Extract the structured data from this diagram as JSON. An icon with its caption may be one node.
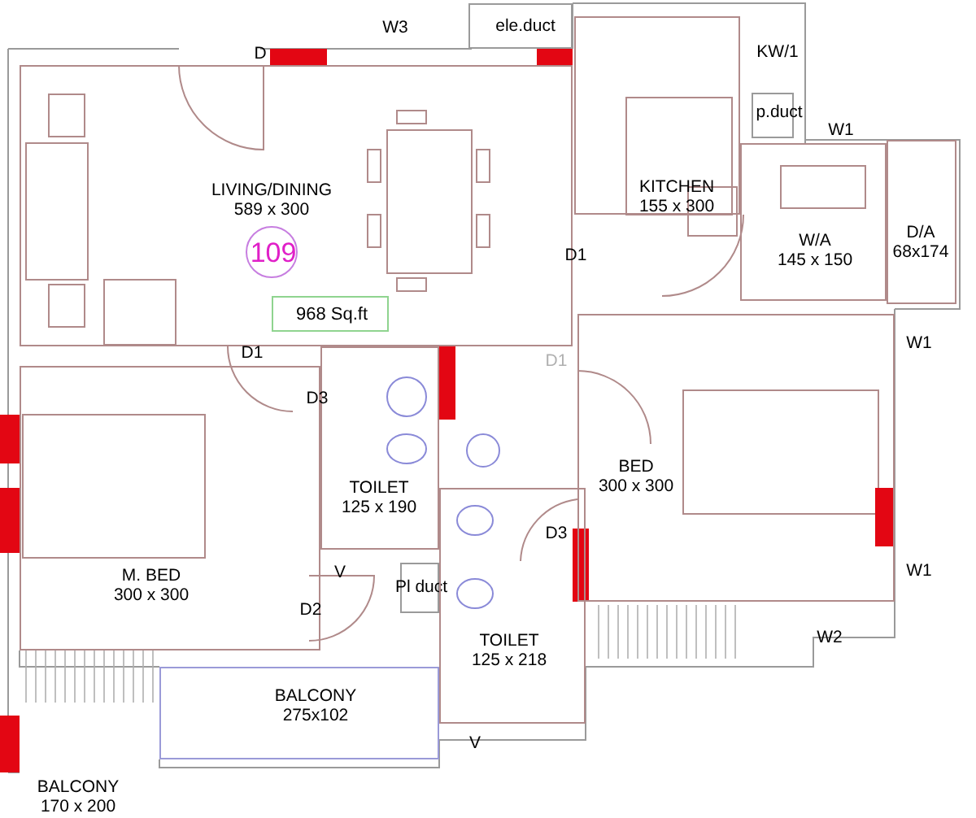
{
  "diagram": {
    "nodes": [
      {
        "text": [
          "LIVING/DINING",
          "589 x 300"
        ]
      },
      {
        "text": [
          "109"
        ],
        "in": 0
      },
      {
        "text": [
          "968 Sq.ft"
        ],
        "in": 0
      },
      {
        "text": [
          "ele.duct"
        ]
      },
      {
        "text": [
          "KITCHEN",
          "155 x 300"
        ]
      },
      {
        "text": [
          "p.duct"
        ]
      },
      {
        "text": [
          "W/A",
          "145 x 150"
        ]
      },
      {
        "text": [
          "D/A",
          "68x174"
        ]
      },
      {
        "text": [
          "M. BED",
          "300 x 300"
        ]
      },
      {
        "text": [
          "TOILET",
          "125 x 190"
        ]
      },
      {
        "text": [
          "Pl duct"
        ]
      },
      {
        "text": [
          "BED",
          "300 x 300"
        ]
      },
      {
        "text": [
          "TOILET",
          "125 x 218"
        ]
      },
      {
        "text": [
          "BALCONY",
          "275x102"
        ]
      }
    ],
    "edges": [],
    "labels": [
      "W3",
      "D",
      "KW/1",
      "W1",
      "D1",
      "D1",
      "D1",
      "W1",
      "D3",
      "D3",
      "W1",
      "V",
      "D2",
      "W2",
      "V",
      "BALCONY 170 x 200"
    ]
  }
}
